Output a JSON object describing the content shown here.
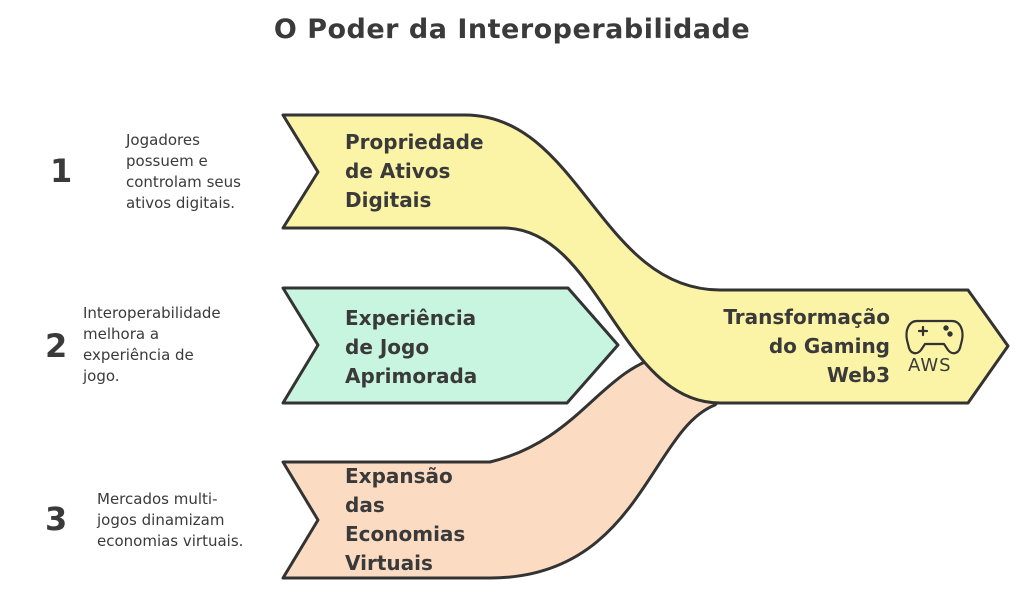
{
  "title": "O Poder da Interoperabilidade",
  "colors": {
    "yellow": "#fbf3a5",
    "green": "#c8f5df",
    "peach": "#fbdcc3",
    "stroke": "#333333"
  },
  "items": [
    {
      "number": "1",
      "description": "Jogadores\npossuem e\ncontrolam seus\nativos digitais.",
      "label": "Propriedade\nde Ativos\nDigitais"
    },
    {
      "number": "2",
      "description": "Interoperabilidade\nmelhora a\nexperiência de\njogo.",
      "label": "Experiência\nde Jogo\nAprimorada"
    },
    {
      "number": "3",
      "description": "Mercados multi-\njogos dinamizam\neconomias virtuais.",
      "label": "Expansão\ndas\nEconomias\nVirtuais"
    }
  ],
  "result": {
    "label": "Transformação\ndo Gaming\nWeb3",
    "icon": "gamepad-icon",
    "icon_text": "AWS"
  }
}
